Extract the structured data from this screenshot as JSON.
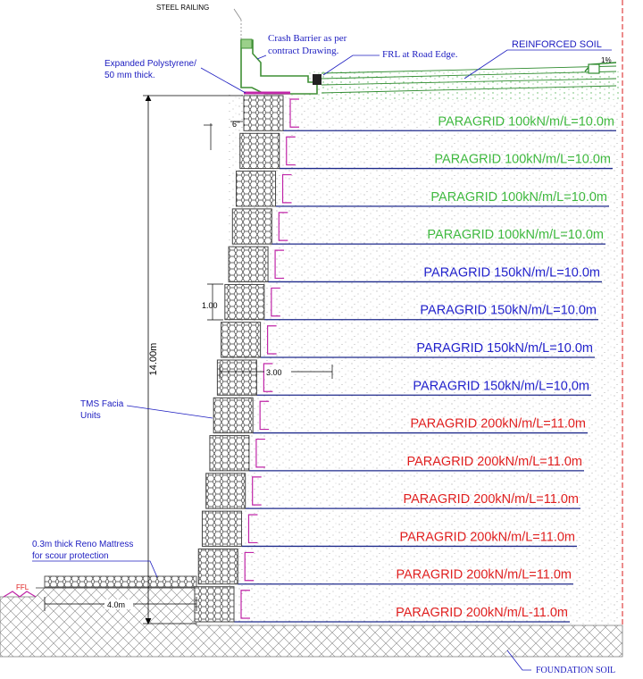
{
  "colors": {
    "dim_line": "#000000",
    "geogrid": "#1f2a8c",
    "soil_dots": "#6fa86f",
    "facia": "#444444",
    "crash_barrier": "#5aa040",
    "callout": "#1c1cc0",
    "connector": "#c026a8",
    "label_green": "#3fb93f",
    "label_blue": "#2222cc",
    "label_red": "#e01f1f",
    "foundation": "#777777"
  },
  "labels": {
    "steel_railing": "STEEL RAILING",
    "crash_barrier_1": "Crash Barrier as per",
    "crash_barrier_2": "contract Drawing.",
    "frl": "FRL at Road Edge.",
    "reinforced_soil": "REINFORCED SOIL",
    "slope": "1%",
    "eps_1": "Expanded Polystyrene/",
    "eps_2": "50 mm thick.",
    "offset_6": "6\"",
    "height_total": "14.00m",
    "layer_height": "1.00",
    "layer_width": "3.00",
    "tms_1": "TMS Facia",
    "tms_2": "Units",
    "reno_1": "0.3m thick Reno Mattress",
    "reno_2": "for scour protection",
    "ffl": "FFL",
    "reno_width": "4.0m",
    "foundation_soil": "FOUNDATION SOIL"
  },
  "geogrids": [
    {
      "label": "PARAGRID 100kN/m/L=10.0m",
      "group": "100"
    },
    {
      "label": "PARAGRID 100kN/m/L=10.0m",
      "group": "100"
    },
    {
      "label": "PARAGRID 100kN/m/L=10.0m",
      "group": "100"
    },
    {
      "label": "PARAGRID 100kN/m/L=10.0m",
      "group": "100"
    },
    {
      "label": "PARAGRID 150kN/m/L=10.0m",
      "group": "150"
    },
    {
      "label": "PARAGRID 150kN/m/L=10.0m",
      "group": "150"
    },
    {
      "label": "PARAGRID 150kN/m/L=10.0m",
      "group": "150"
    },
    {
      "label": "PARAGRID 150kN/m/L=10,0m",
      "group": "150"
    },
    {
      "label": "PARAGRID 200kN/m/L=11.0m",
      "group": "200"
    },
    {
      "label": "PARAGRID 200kN/m/L=11.0m",
      "group": "200"
    },
    {
      "label": "PARAGRID 200kN/m/L=11.0m",
      "group": "200"
    },
    {
      "label": "PARAGRID 200kN/m/L=11.0m",
      "group": "200"
    },
    {
      "label": "PARAGRID 200kN/m/L=11.0m",
      "group": "200"
    },
    {
      "label": "PARAGRID 200kN/m/L-11.0m",
      "group": "200"
    }
  ]
}
